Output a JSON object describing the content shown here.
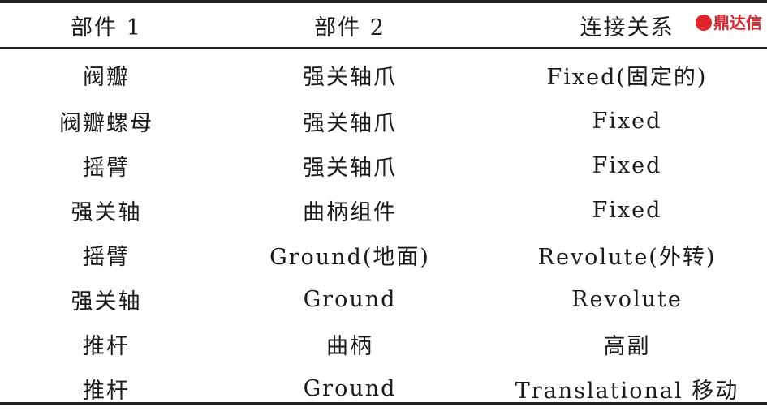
{
  "table": {
    "headers": [
      "部件 1",
      "部件 2",
      "连接关系"
    ],
    "rows": [
      [
        "阀瓣",
        "强关轴爪",
        "Fixed(固定的)"
      ],
      [
        "阀瓣螺母",
        "强关轴爪",
        "Fixed"
      ],
      [
        "摇臂",
        "强关轴爪",
        "Fixed"
      ],
      [
        "强关轴",
        "曲柄组件",
        "Fixed"
      ],
      [
        "摇臂",
        "Ground(地面)",
        "Revolute(外转)"
      ],
      [
        "强关轴",
        "Ground",
        "Revolute"
      ],
      [
        "推杆",
        "曲柄",
        "高副"
      ],
      [
        "推杆",
        "Ground",
        "Translational 移动"
      ]
    ]
  },
  "watermark": {
    "text": "鼎达信",
    "color": "#e0242b"
  }
}
